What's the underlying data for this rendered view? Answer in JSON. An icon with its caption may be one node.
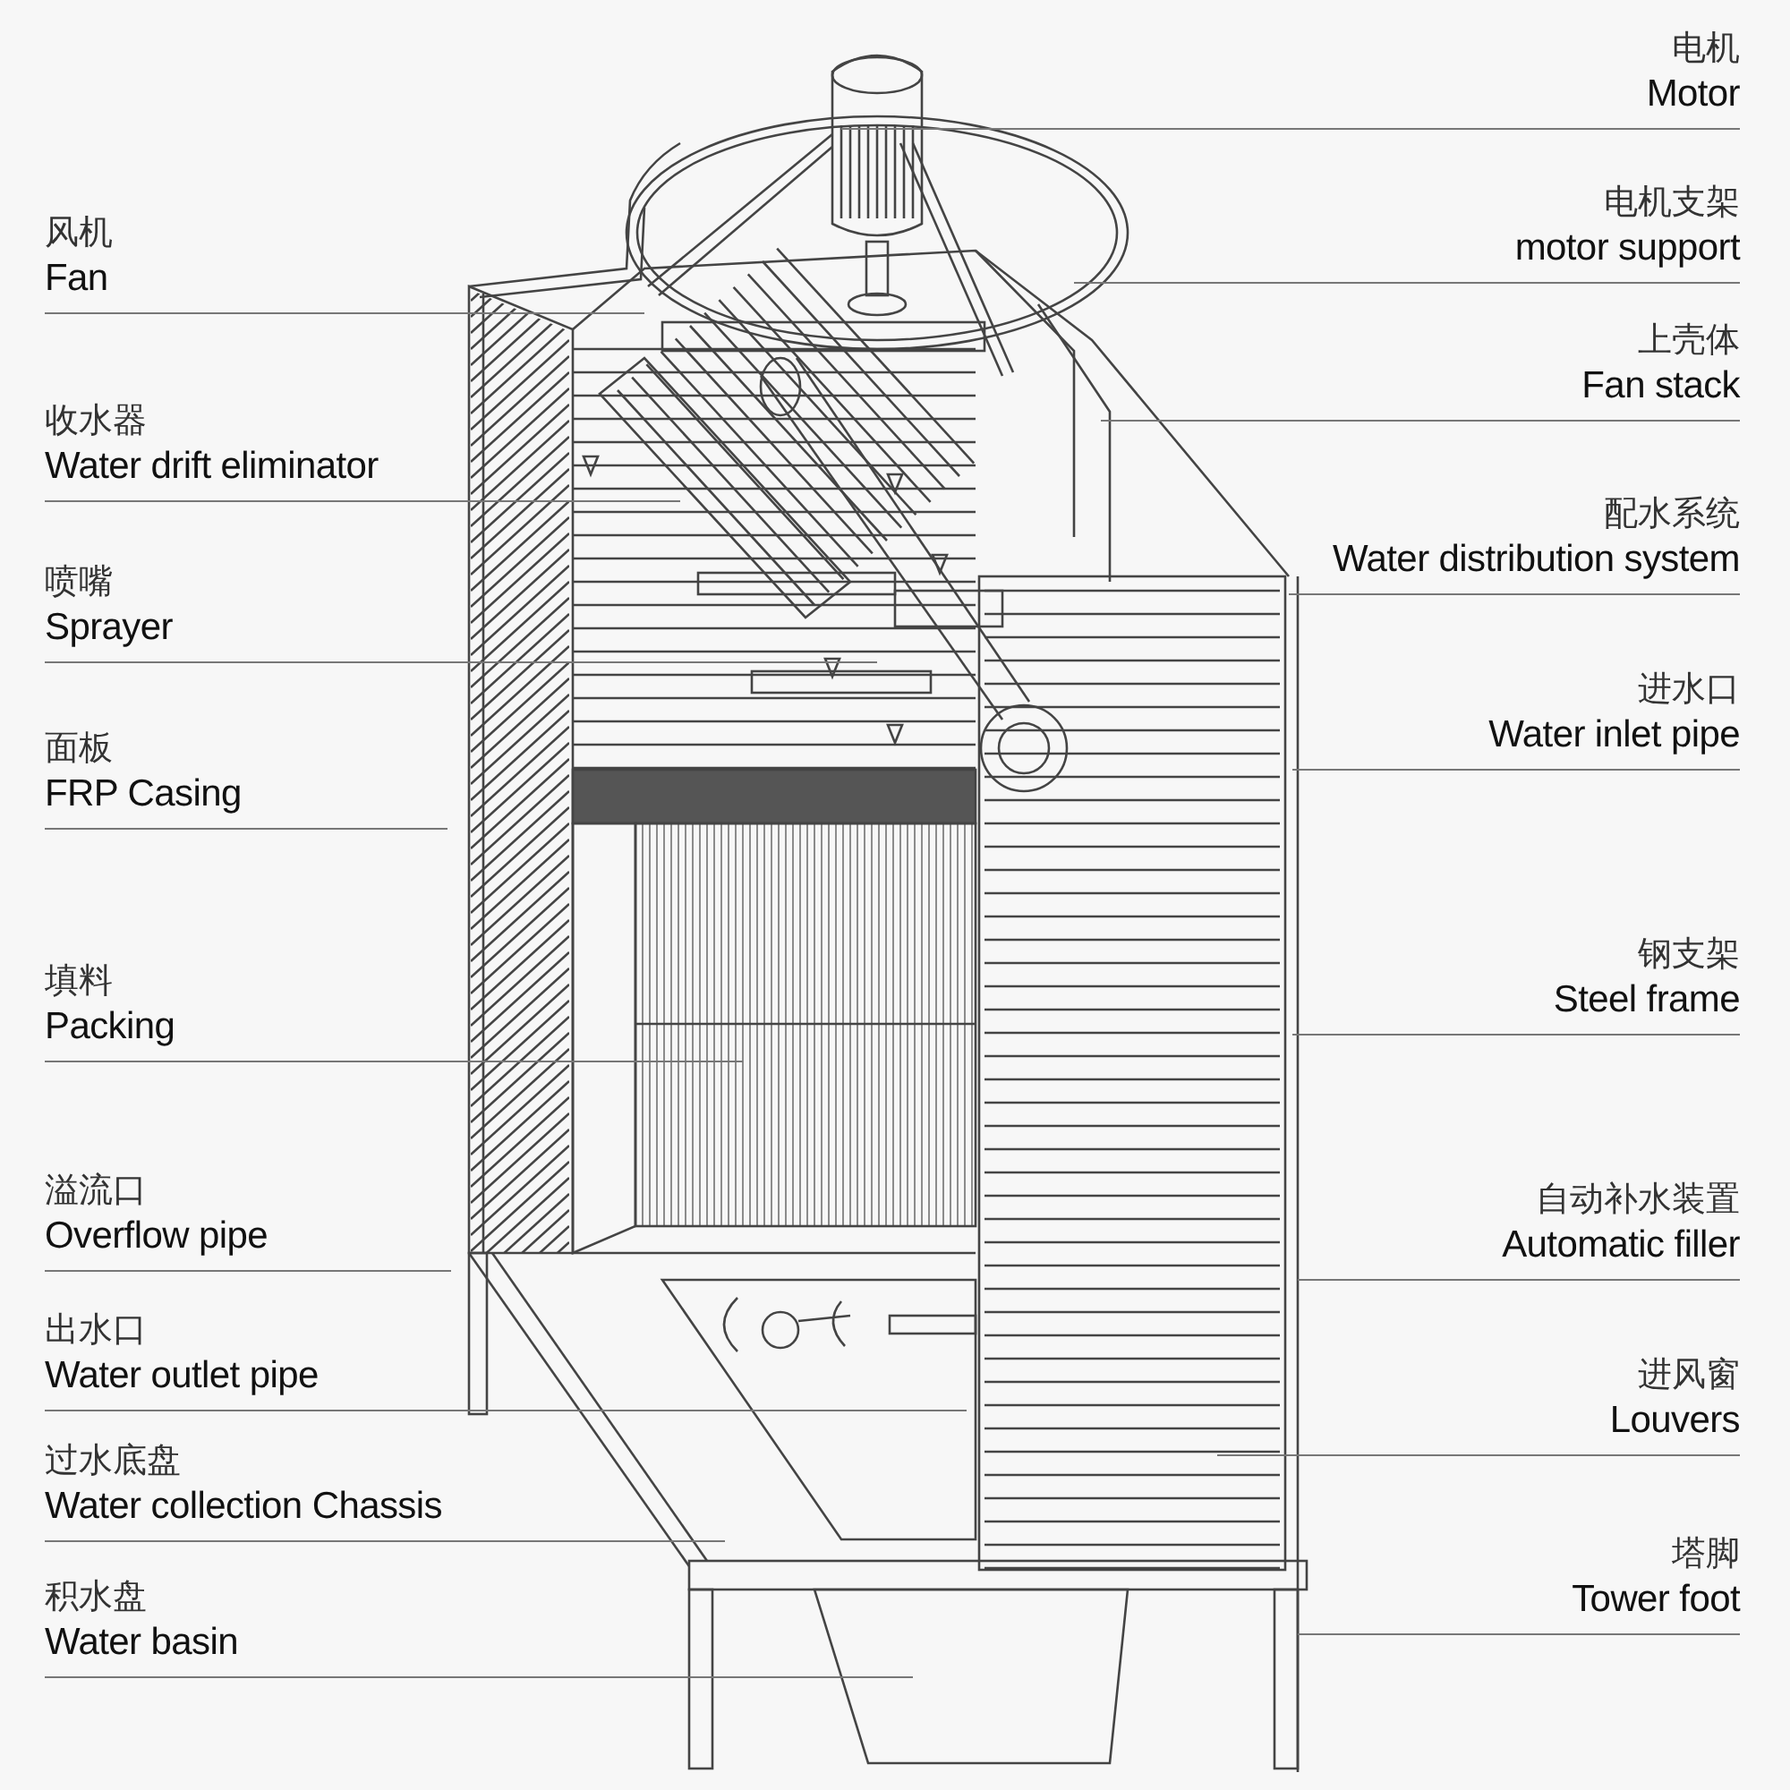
{
  "diagram": {
    "nodes": [
      {
        "text": [
          "风机",
          "Fan"
        ]
      },
      {
        "text": [
          "收水器",
          "Water drift eliminator"
        ]
      },
      {
        "text": [
          "喷嘴",
          "Sprayer"
        ]
      },
      {
        "text": [
          "面板",
          "FRP Casing"
        ]
      },
      {
        "text": [
          "填料",
          "Packing"
        ]
      },
      {
        "text": [
          "溢流口",
          "Overflow pipe"
        ]
      },
      {
        "text": [
          "出水口",
          "Water outlet pipe"
        ]
      },
      {
        "text": [
          "过水底盘",
          "Water collection Chassis"
        ]
      },
      {
        "text": [
          "积水盘",
          "Water basin"
        ]
      },
      {
        "text": [
          "电机",
          "Motor"
        ]
      },
      {
        "text": [
          "电机支架",
          "motor support"
        ]
      },
      {
        "text": [
          "上壳体",
          "Fan stack"
        ]
      },
      {
        "text": [
          "配水系统",
          "Water distribution system"
        ]
      },
      {
        "text": [
          "进水口",
          "Water inlet pipe"
        ]
      },
      {
        "text": [
          "钢支架",
          "Steel frame"
        ]
      },
      {
        "text": [
          "自动补水装置",
          "Automatic filler"
        ]
      },
      {
        "text": [
          "进风窗",
          "Louvers"
        ]
      },
      {
        "text": [
          "塔脚",
          "Tower foot"
        ]
      }
    ],
    "edges": [
      {
        "from": 0,
        "to": null,
        "arrow": "none"
      },
      {
        "from": 1,
        "to": null,
        "arrow": "none"
      },
      {
        "from": 2,
        "to": null,
        "arrow": "none"
      },
      {
        "from": 3,
        "to": null,
        "arrow": "none"
      },
      {
        "from": 4,
        "to": null,
        "arrow": "none"
      },
      {
        "from": 5,
        "to": null,
        "arrow": "none"
      },
      {
        "from": 6,
        "to": null,
        "arrow": "none"
      },
      {
        "from": 7,
        "to": null,
        "arrow": "none"
      },
      {
        "from": 8,
        "to": null,
        "arrow": "none"
      },
      {
        "from": 9,
        "to": null,
        "arrow": "none"
      },
      {
        "from": 10,
        "to": null,
        "arrow": "none"
      },
      {
        "from": 11,
        "to": null,
        "arrow": "none"
      },
      {
        "from": 12,
        "to": null,
        "arrow": "none"
      },
      {
        "from": 13,
        "to": null,
        "arrow": "none"
      },
      {
        "from": 14,
        "to": null,
        "arrow": "none"
      },
      {
        "from": 15,
        "to": null,
        "arrow": "none"
      },
      {
        "from": 16,
        "to": null,
        "arrow": "none"
      },
      {
        "from": 17,
        "to": null,
        "arrow": "none"
      }
    ]
  }
}
